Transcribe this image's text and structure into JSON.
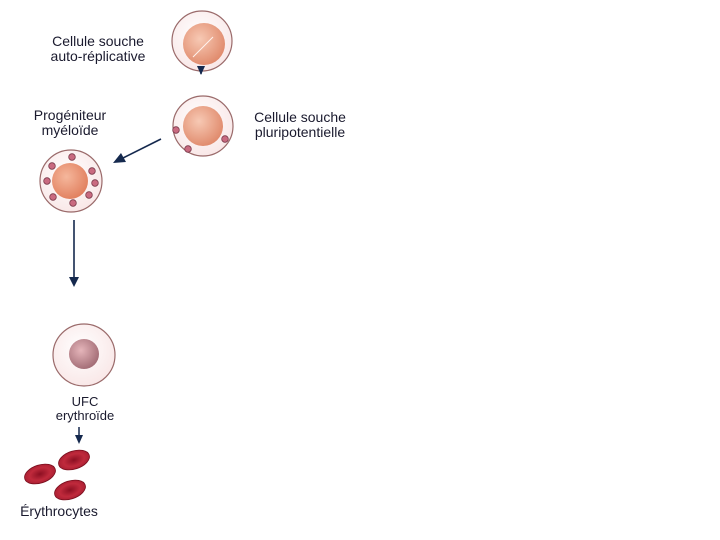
{
  "labels": {
    "self_renewing_stem_cell": [
      "Cellule souche",
      "auto-réplicative"
    ],
    "pluripotent_stem_cell": [
      "Cellule souche",
      "pluripotentielle"
    ],
    "myeloid_progenitor": [
      "Progéniteur",
      "myéloïde"
    ],
    "erythroid_cfu": [
      "UFC",
      "erythroïde"
    ],
    "erythrocytes": "Érythrocytes"
  },
  "colors": {
    "cell_membrane": "#9a6a6a",
    "cytoplasm": "#fdf1f1",
    "stem_nucleus": "#e89a7c",
    "progenitor_nucleus": "#e8957a",
    "cfu_nucleus": "#c08890",
    "granule": "#c96a80",
    "erythrocyte": "#b01e34",
    "arrow": "#15294e"
  }
}
